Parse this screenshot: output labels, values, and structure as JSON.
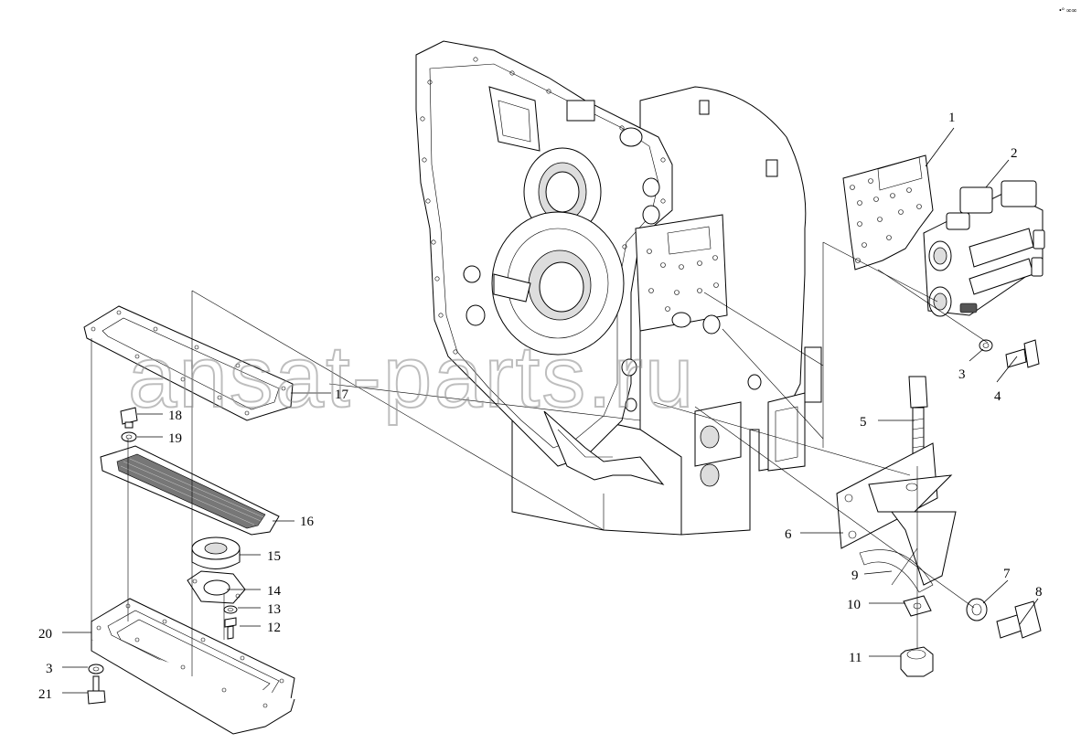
{
  "corner_mark": "•° ∞∞",
  "watermark": "ansat-parts.ru",
  "callouts": [
    {
      "id": "c1",
      "text": "1"
    },
    {
      "id": "c2",
      "text": "2"
    },
    {
      "id": "c3a",
      "text": "3"
    },
    {
      "id": "c4",
      "text": "4"
    },
    {
      "id": "c5",
      "text": "5"
    },
    {
      "id": "c6",
      "text": "6"
    },
    {
      "id": "c7",
      "text": "7"
    },
    {
      "id": "c8",
      "text": "8"
    },
    {
      "id": "c9",
      "text": "9"
    },
    {
      "id": "c10",
      "text": "10"
    },
    {
      "id": "c11",
      "text": "11"
    },
    {
      "id": "c12",
      "text": "12"
    },
    {
      "id": "c13",
      "text": "13"
    },
    {
      "id": "c14",
      "text": "14"
    },
    {
      "id": "c15",
      "text": "15"
    },
    {
      "id": "c16",
      "text": "16"
    },
    {
      "id": "c17",
      "text": "17"
    },
    {
      "id": "c18",
      "text": "18"
    },
    {
      "id": "c19",
      "text": "19"
    },
    {
      "id": "c20",
      "text": "20"
    },
    {
      "id": "c3b",
      "text": "3"
    },
    {
      "id": "c21",
      "text": "21"
    }
  ]
}
